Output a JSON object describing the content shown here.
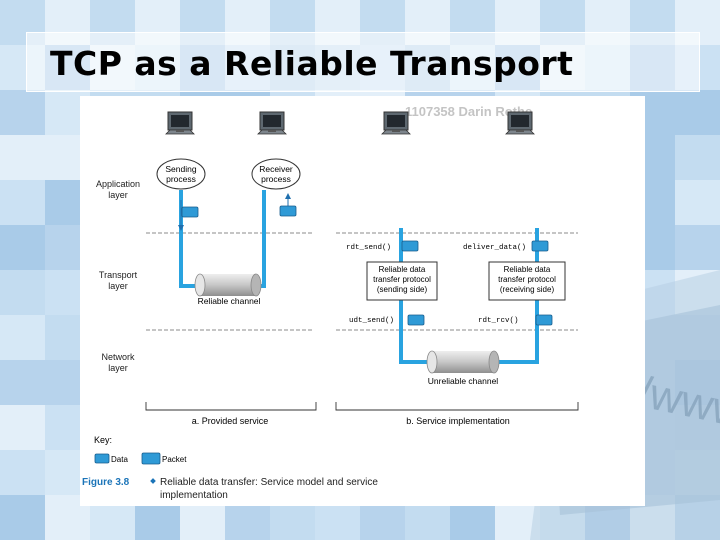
{
  "slide": {
    "title": "TCP as a Reliable Transport",
    "watermark": "1107358 Darin Rothe",
    "bg_text": "http://www"
  },
  "diagram": {
    "layers": {
      "application_1": "Application",
      "application_2": "layer",
      "transport_1": "Transport",
      "transport_2": "layer",
      "network_1": "Network",
      "network_2": "layer"
    },
    "sending_process": [
      "Sending",
      "process"
    ],
    "receiver_process": [
      "Receiver",
      "process"
    ],
    "reliable_channel": "Reliable channel",
    "unreliable_channel": "Unreliable channel",
    "rdt_send": "rdt_send()",
    "deliver_data": "deliver_data()",
    "udt_send": "udt_send()",
    "rdt_rcv": "rdt_rcv()",
    "sending_box": [
      "Reliable data",
      "transfer protocol",
      "(sending side)"
    ],
    "receiving_box": [
      "Reliable data",
      "transfer protocol",
      "(receiving side)"
    ],
    "caption_a": "a. Provided service",
    "caption_b": "b. Service implementation",
    "key_label": "Key:",
    "key_data": "Data",
    "key_packet": "Packet",
    "figure_label": "Figure 3.8",
    "figure_caption_1": "Reliable data transfer: Service model and service",
    "figure_caption_2": "implementation"
  },
  "colors": {
    "pipe": "#29a3e0",
    "packet": "#2f9ad6",
    "figure_label": "#1b74b8",
    "background": "#cfe3f3"
  }
}
